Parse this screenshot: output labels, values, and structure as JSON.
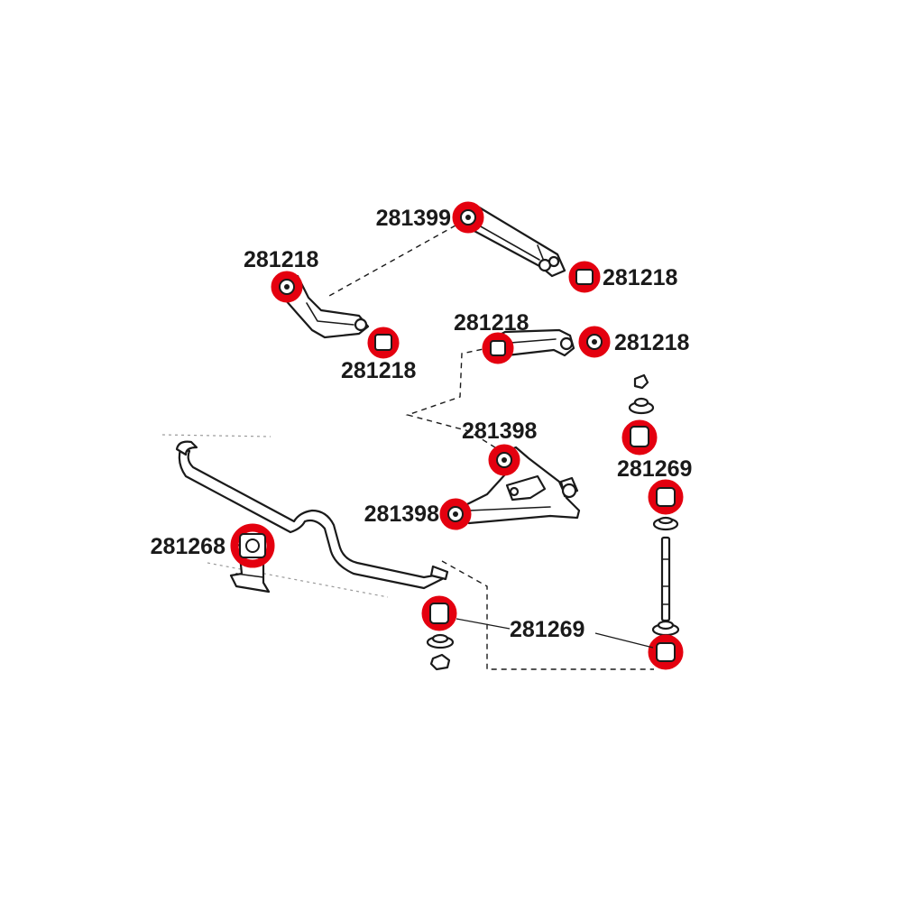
{
  "diagram": {
    "accent_color": "#e4000f",
    "line_color": "#1a1a1a",
    "labels": {
      "upper_arm_inner": "281399",
      "upper_arm_outer": "281218",
      "trailing_arm_inner": "281218",
      "trailing_arm_outer": "281218",
      "lateral_link_inner": "281218",
      "lateral_link_outer": "281218",
      "lower_arm_front": "281398",
      "lower_arm_rear": "281398",
      "stabilizer_bushing": "281268",
      "shock_upper_bushing": "281269",
      "end_link_bushings": "281269"
    }
  }
}
